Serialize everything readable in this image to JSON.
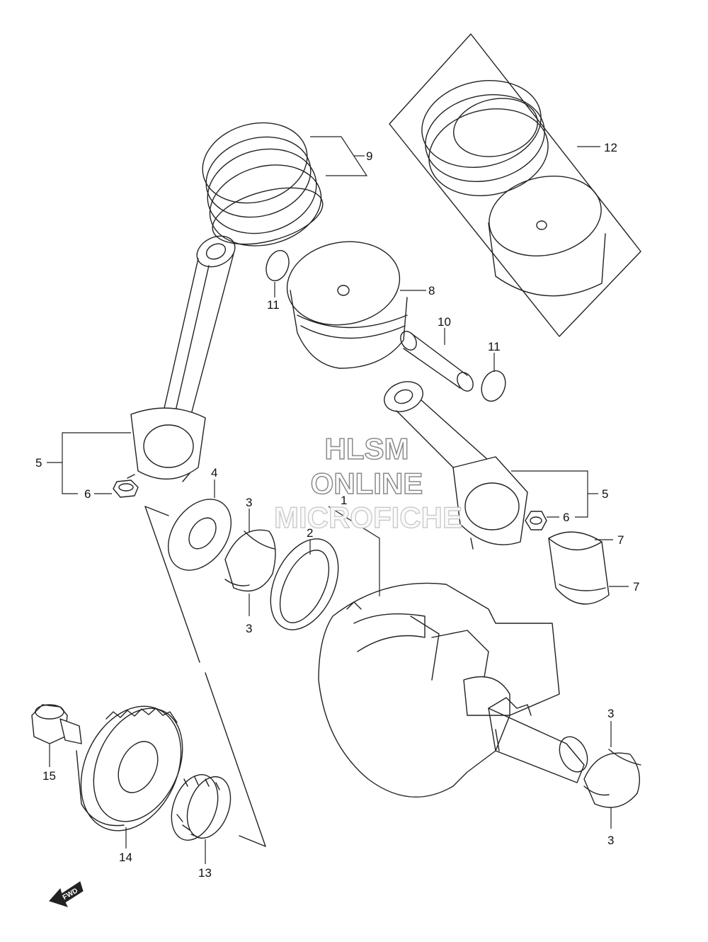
{
  "callouts": {
    "c1": "1",
    "c2": "2",
    "c3a": "3",
    "c3b": "3",
    "c3c": "3",
    "c3d": "3",
    "c4": "4",
    "c5a": "5",
    "c5b": "5",
    "c6a": "6",
    "c6b": "6",
    "c7a": "7",
    "c7b": "7",
    "c8": "8",
    "c9": "9",
    "c10": "10",
    "c11a": "11",
    "c11b": "11",
    "c12": "12",
    "c13": "13",
    "c14": "14",
    "c15": "15"
  },
  "watermark": {
    "line1": "HLSM",
    "line2": "ONLINE",
    "line3": "MICROFICHE"
  },
  "fwd_label": "FWD"
}
